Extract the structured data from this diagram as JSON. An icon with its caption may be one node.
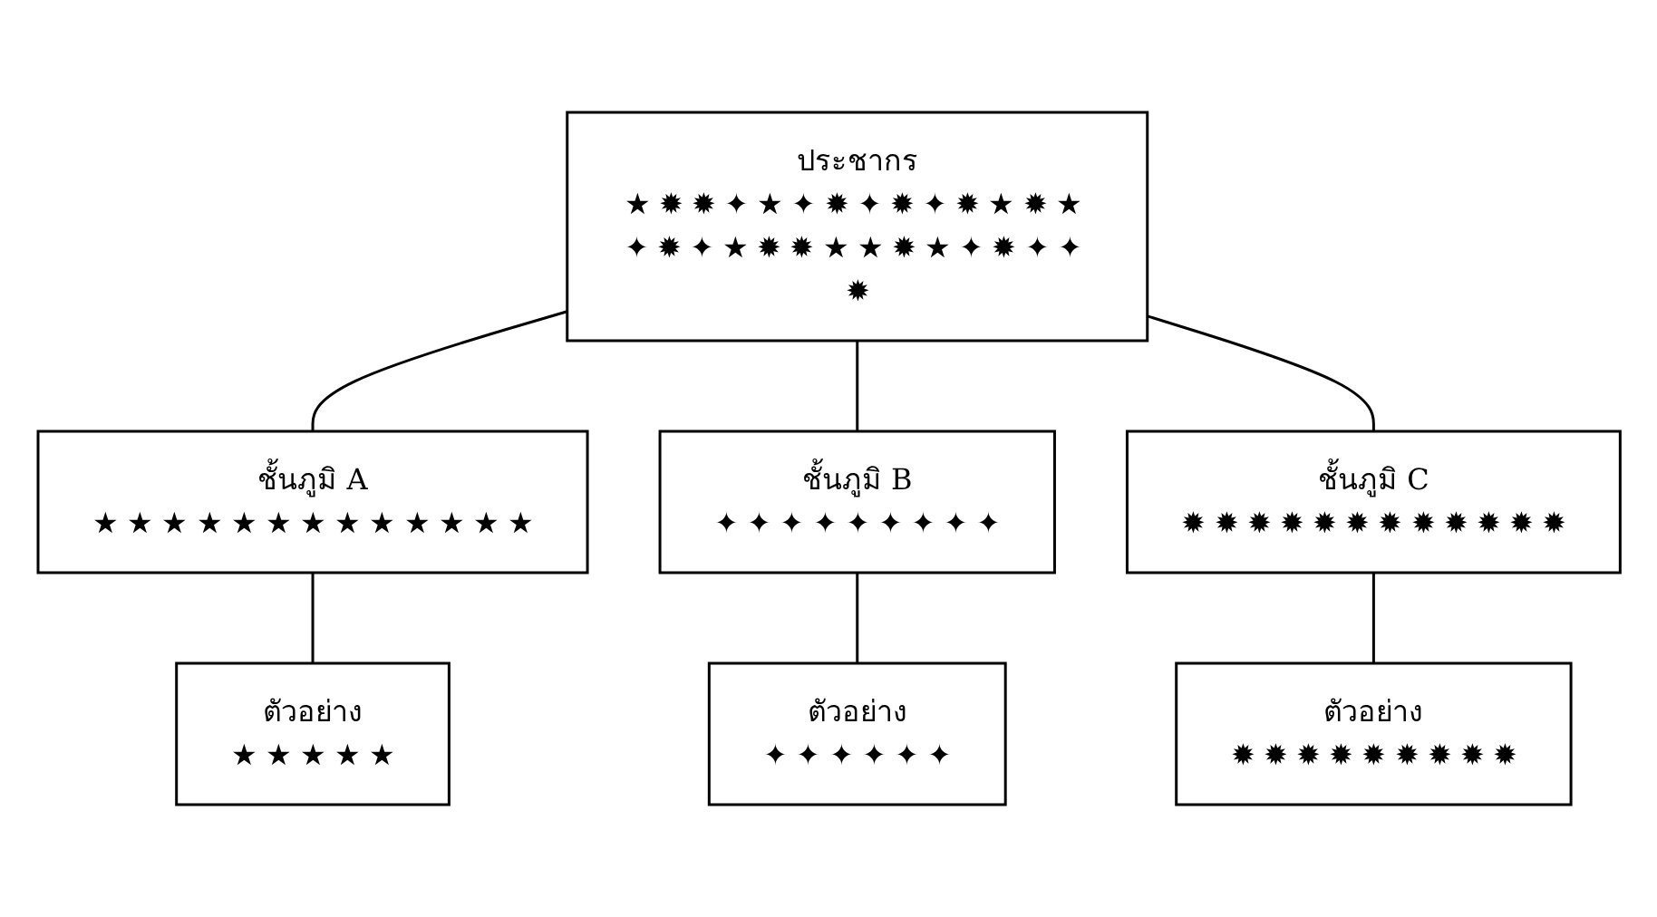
{
  "diagram": {
    "nodes": [
      {
        "text": [
          "ประชากร",
          "★ ✹ ✹ ✦ ★ ✦ ✹ ✦ ✹ ✦ ✹ ★ ✹ ★ ✦ ✹ ✦ ★ ✹ ✹ ★ ★ ✹ ★ ✦ ✹ ✦ ✦ ✹"
        ]
      },
      {
        "text": [
          "ชั้นภูมิ A",
          "★ ★ ★ ★ ★ ★ ★ ★ ★ ★ ★ ★ ★"
        ]
      },
      {
        "text": [
          "ชั้นภูมิ B",
          "✦ ✦ ✦ ✦ ✦ ✦ ✦ ✦ ✦"
        ]
      },
      {
        "text": [
          "ชั้นภูมิ C",
          "✹ ✹ ✹ ✹ ✹ ✹ ✹ ✹ ✹ ✹ ✹ ✹"
        ]
      },
      {
        "text": [
          "ตัวอย่าง",
          "★ ★ ★ ★ ★"
        ]
      },
      {
        "text": [
          "ตัวอย่าง",
          "✦ ✦ ✦ ✦ ✦ ✦"
        ]
      },
      {
        "text": [
          "ตัวอย่าง",
          "✹ ✹ ✹ ✹ ✹ ✹ ✹ ✹ ✹"
        ]
      }
    ],
    "edges": [
      {
        "from": 0,
        "to": 1,
        "arrow": "none"
      },
      {
        "from": 0,
        "to": 2,
        "arrow": "none"
      },
      {
        "from": 0,
        "to": 3,
        "arrow": "none"
      },
      {
        "from": 1,
        "to": 4,
        "arrow": "none"
      },
      {
        "from": 2,
        "to": 5,
        "arrow": "none"
      },
      {
        "from": 3,
        "to": 6,
        "arrow": "none"
      }
    ]
  }
}
